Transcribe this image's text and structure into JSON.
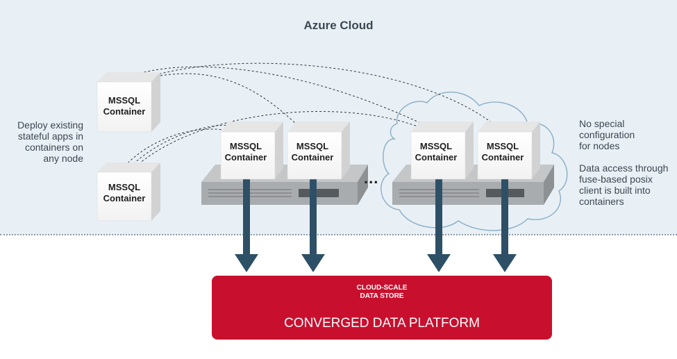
{
  "title": "Azure Cloud",
  "notes": {
    "left": [
      "Deploy existing",
      "stateful apps in",
      "containers on",
      "any node"
    ],
    "right_top": [
      "No special",
      "configuration",
      "for nodes"
    ],
    "right_bottom": [
      "Data access through",
      "fuse-based posix",
      "client is built into",
      "containers"
    ]
  },
  "container_label_line1": "MSSQL",
  "container_label_line2": "Container",
  "ellipsis": "...",
  "platform": {
    "sub_line1": "CLOUD-SCALE",
    "sub_line2": "DATA STORE",
    "main": "CONVERGED DATA PLATFORM"
  },
  "colors": {
    "background": "#e8f0f6",
    "platform": "#c8102e",
    "arrow": "#2e5066",
    "server": "#a9acaf",
    "cloud_stroke": "#8fb0c8"
  }
}
